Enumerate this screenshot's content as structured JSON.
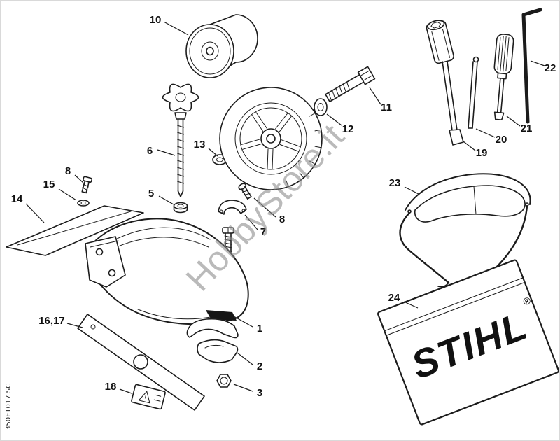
{
  "page": {
    "watermark": "HobbyStore.it",
    "sheet_code": "350ET017 SC"
  },
  "bag": {
    "brand": "STIHL",
    "registered_mark": "®"
  },
  "callouts": {
    "part1": "1",
    "part2": "2",
    "part3": "3",
    "part5": "5",
    "part6": "6",
    "part7": "7",
    "part8a": "8",
    "part8b": "8",
    "part10": "10",
    "part11": "11",
    "part12": "12",
    "part13": "13",
    "part14": "14",
    "part15": "15",
    "part16_17": "16,17",
    "part18": "18",
    "part19": "19",
    "part20": "20",
    "part21": "21",
    "part22": "22",
    "part23": "23",
    "part24": "24"
  }
}
